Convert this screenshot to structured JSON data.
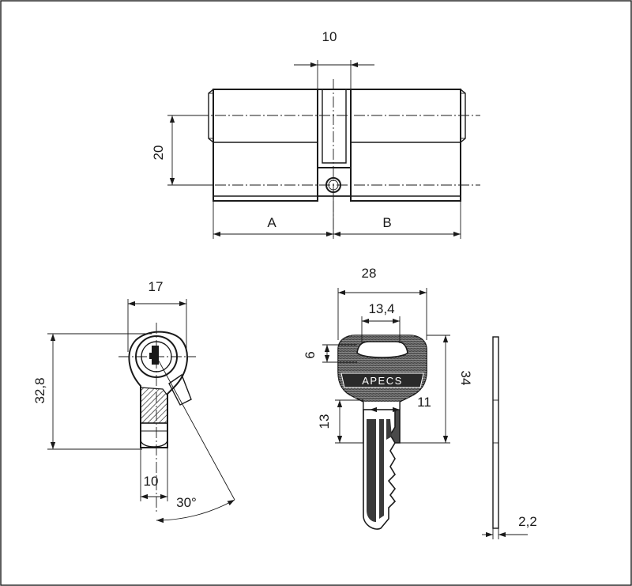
{
  "cylinder_front": {
    "dim_cam_width": "10",
    "dim_height": "20",
    "dim_left_length": "A",
    "dim_right_length": "B"
  },
  "cylinder_profile": {
    "dim_width": "17",
    "dim_height": "32,8",
    "dim_cam_base": "10",
    "dim_cam_angle": "30°"
  },
  "key_front": {
    "dim_head_width": "28",
    "dim_window_width": "13,4",
    "dim_window_height": "6",
    "dim_total_length": "34",
    "dim_shoulder_width": "11",
    "dim_blade_offset": "13",
    "brand_logo": "APECS"
  },
  "key_side": {
    "dim_thickness": "2,2"
  }
}
